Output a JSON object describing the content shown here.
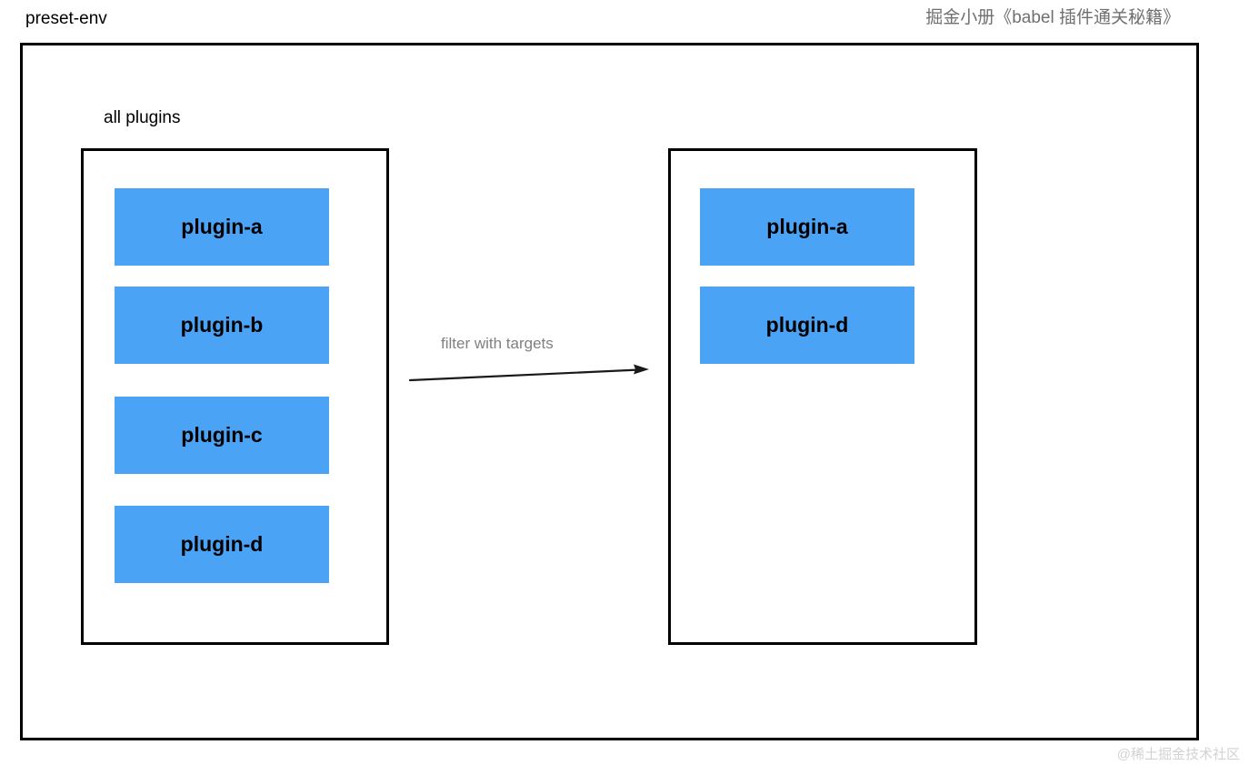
{
  "header": {
    "title": "preset-env",
    "watermark": "掘金小册《babel 插件通关秘籍》"
  },
  "footer": {
    "watermark": "@稀土掘金技术社区"
  },
  "diagram": {
    "section_label": "all plugins",
    "arrow_label": "filter with targets",
    "colors": {
      "plugin_box": "#4BA3F5",
      "border": "#000000",
      "arrow_label_text": "#808080",
      "header_watermark_text": "#707070",
      "footer_watermark_text": "#d2d2d2",
      "background": "#ffffff"
    },
    "panels": [
      {
        "name": "all-plugins",
        "plugins": [
          {
            "label": "plugin-a"
          },
          {
            "label": "plugin-b"
          },
          {
            "label": "plugin-c"
          },
          {
            "label": "plugin-d"
          }
        ]
      },
      {
        "name": "filtered-plugins",
        "plugins": [
          {
            "label": "plugin-a"
          },
          {
            "label": "plugin-d"
          }
        ]
      }
    ]
  }
}
